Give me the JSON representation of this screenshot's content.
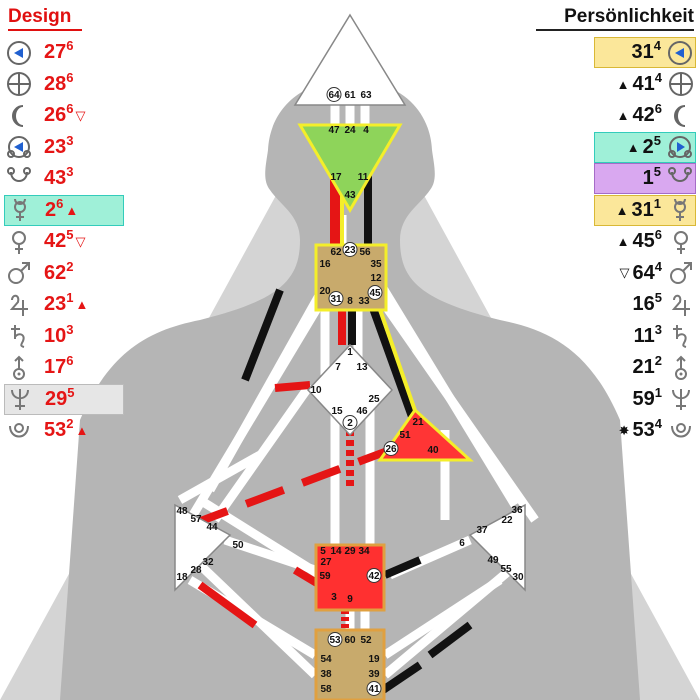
{
  "headings": {
    "design": "Design",
    "personality": "Persönlichkeit"
  },
  "colors": {
    "design_red": "#e51515",
    "personality_black": "#111111",
    "head_center": "#8ed45a",
    "ajna_center": "#8ed45a",
    "defined_brown": "#c8aa6c",
    "sacral_red": "#ff3030",
    "ego_red": "#ff3535",
    "channel_yellow": "#f4ee2a"
  },
  "design": [
    {
      "planet": "sun-icon",
      "gate": "27",
      "line": "6",
      "mark": "",
      "hl": ""
    },
    {
      "planet": "earth-icon",
      "gate": "28",
      "line": "6",
      "mark": "",
      "hl": ""
    },
    {
      "planet": "moon-icon",
      "gate": "26",
      "line": "6",
      "mark": "▽",
      "hl": ""
    },
    {
      "planet": "north-node-icon",
      "gate": "23",
      "line": "3",
      "mark": "",
      "hl": ""
    },
    {
      "planet": "south-node-icon",
      "gate": "43",
      "line": "3",
      "mark": "",
      "hl": ""
    },
    {
      "planet": "mercury-icon",
      "gate": "2",
      "line": "6",
      "mark": "▲",
      "hl": "green"
    },
    {
      "planet": "venus-icon",
      "gate": "42",
      "line": "5",
      "mark": "▽",
      "hl": ""
    },
    {
      "planet": "mars-icon",
      "gate": "62",
      "line": "2",
      "mark": "",
      "hl": ""
    },
    {
      "planet": "jupiter-icon",
      "gate": "23",
      "line": "1",
      "mark": "▲",
      "hl": ""
    },
    {
      "planet": "saturn-icon",
      "gate": "10",
      "line": "3",
      "mark": "",
      "hl": ""
    },
    {
      "planet": "uranus-icon",
      "gate": "17",
      "line": "6",
      "mark": "",
      "hl": ""
    },
    {
      "planet": "neptune-icon",
      "gate": "29",
      "line": "5",
      "mark": "",
      "hl": "gray"
    },
    {
      "planet": "pluto-icon",
      "gate": "53",
      "line": "2",
      "mark": "▲",
      "hl": ""
    }
  ],
  "personality": [
    {
      "planet": "sun-icon",
      "gate": "31",
      "line": "4",
      "mark": "",
      "hl": "yellow"
    },
    {
      "planet": "earth-icon",
      "gate": "41",
      "line": "4",
      "mark": "▲",
      "hl": ""
    },
    {
      "planet": "moon-icon",
      "gate": "42",
      "line": "6",
      "mark": "▲",
      "hl": ""
    },
    {
      "planet": "north-node-icon",
      "gate": "2",
      "line": "5",
      "mark": "▲",
      "hl": "green"
    },
    {
      "planet": "south-node-icon",
      "gate": "1",
      "line": "5",
      "mark": "",
      "hl": "purple"
    },
    {
      "planet": "mercury-icon",
      "gate": "31",
      "line": "1",
      "mark": "▲",
      "hl": "yellow"
    },
    {
      "planet": "venus-icon",
      "gate": "45",
      "line": "6",
      "mark": "▲",
      "hl": ""
    },
    {
      "planet": "mars-icon",
      "gate": "64",
      "line": "4",
      "mark": "▽",
      "hl": ""
    },
    {
      "planet": "jupiter-icon",
      "gate": "16",
      "line": "5",
      "mark": "",
      "hl": ""
    },
    {
      "planet": "saturn-icon",
      "gate": "11",
      "line": "3",
      "mark": "",
      "hl": ""
    },
    {
      "planet": "uranus-icon",
      "gate": "21",
      "line": "2",
      "mark": "",
      "hl": ""
    },
    {
      "planet": "neptune-icon",
      "gate": "59",
      "line": "1",
      "mark": "",
      "hl": ""
    },
    {
      "planet": "pluto-icon",
      "gate": "53",
      "line": "4",
      "mark": "✸",
      "hl": ""
    }
  ],
  "gates": {
    "head": [
      "64",
      "61",
      "63"
    ],
    "ajna": [
      "47",
      "24",
      "4",
      "17",
      "11",
      "43"
    ],
    "throat": [
      "62",
      "23",
      "56",
      "16",
      "35",
      "12",
      "20",
      "31",
      "8",
      "33",
      "45"
    ],
    "g": [
      "1",
      "7",
      "13",
      "10",
      "25",
      "15",
      "46",
      "2"
    ],
    "ego": [
      "21",
      "51",
      "26",
      "40"
    ],
    "spleen": [
      "48",
      "57",
      "44",
      "50",
      "32",
      "28",
      "18"
    ],
    "sacral": [
      "5",
      "14",
      "29",
      "34",
      "27",
      "59",
      "42",
      "3",
      "9"
    ],
    "root": [
      "53",
      "60",
      "52",
      "54",
      "19",
      "38",
      "39",
      "58",
      "41"
    ],
    "solar": [
      "37",
      "22",
      "36",
      "6",
      "49",
      "55",
      "30"
    ]
  }
}
